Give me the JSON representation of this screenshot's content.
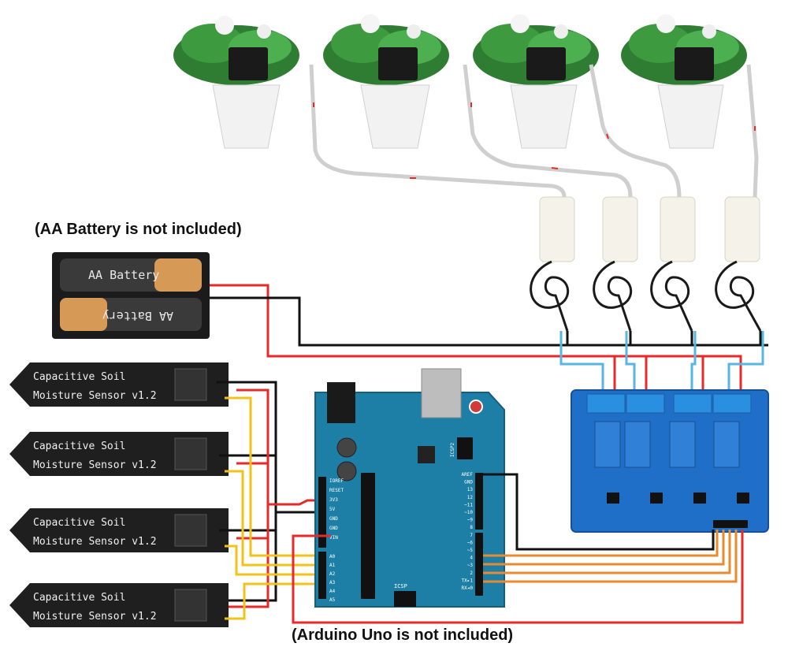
{
  "notes": {
    "battery_note": "(AA Battery is not included)",
    "arduino_note": "(Arduino Uno is not included)"
  },
  "battery_pack": {
    "cell_top_label": "AA Battery",
    "cell_bottom_label": "AA Battery"
  },
  "sensors": [
    {
      "line1": "Capacitive Soil",
      "line2": "Moisture Sensor v1.2"
    },
    {
      "line1": "Capacitive Soil",
      "line2": "Moisture Sensor v1.2"
    },
    {
      "line1": "Capacitive Soil",
      "line2": "Moisture Sensor v1.2"
    },
    {
      "line1": "Capacitive Soil",
      "line2": "Moisture Sensor v1.2"
    }
  ],
  "arduino": {
    "power_pins": [
      "IOREF",
      "RESET",
      "3V3",
      "5V",
      "GND",
      "GND",
      "VIN"
    ],
    "analog_pins": [
      "A0",
      "A1",
      "A2",
      "A3",
      "A4",
      "A5"
    ],
    "digital_pins": [
      "AREF",
      "GND",
      "13",
      "12",
      "~11",
      "~10",
      "~9",
      "8",
      "7",
      "~6",
      "~5",
      "4",
      "~3",
      "2",
      "TX▸1",
      "RX◂0"
    ],
    "icsp_label": "ICSP",
    "icsp2_label": "ICSP2"
  },
  "colors": {
    "wire_red": "#e52a2a",
    "wire_black": "#111111",
    "wire_yellow": "#f2c21b",
    "wire_orange": "#e88a2e",
    "wire_blue": "#58b6e0",
    "board_blue": "#1d7fa6",
    "relay_blue": "#1f6fc8"
  }
}
